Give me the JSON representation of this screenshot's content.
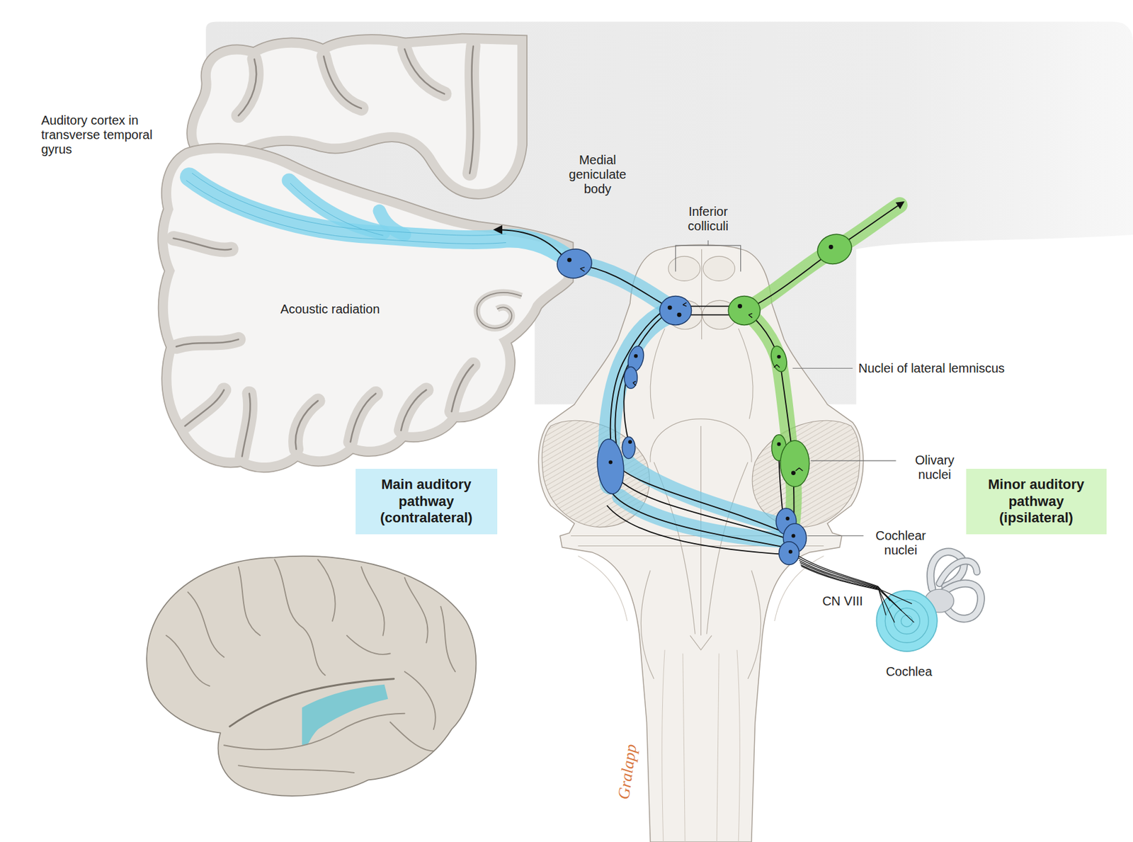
{
  "diagram": {
    "nodes": [
      {
        "text": [
          "Main auditory pathway (contralateral)"
        ]
      },
      {
        "text": [
          "Minor auditory pathway (ipsilateral)"
        ]
      }
    ],
    "labels": [
      "Auditory cortex in transverse temporal gyrus",
      "Medial geniculate body",
      "Inferior colliculi",
      "Acoustic radiation",
      "Nuclei of lateral lemniscus",
      "Olivary nuclei",
      "Cochlear nuclei",
      "CN VIII",
      "Cochlea",
      "Gralapp"
    ]
  }
}
